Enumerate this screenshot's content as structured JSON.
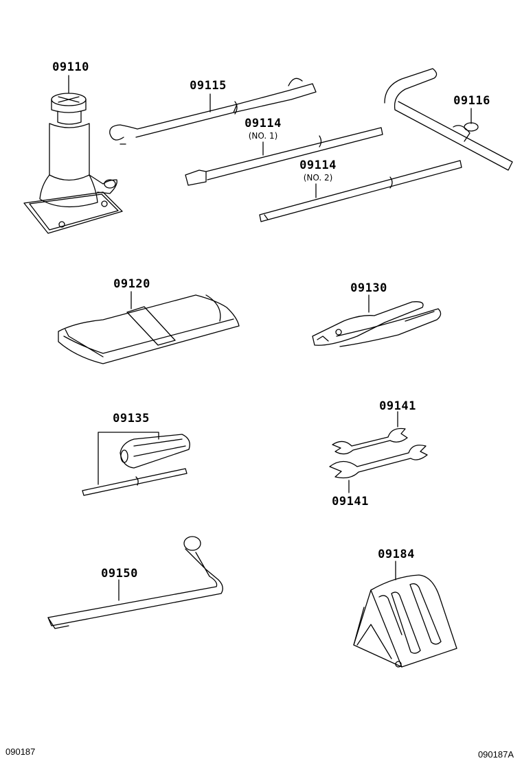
{
  "parts": {
    "jack": "09110",
    "jack_handle": "09115",
    "extension_bar_no1": "09114",
    "extension_bar_no1_note": "(NO. 1)",
    "extension_bar_no2": "09114",
    "extension_bar_no2_note": "(NO. 2)",
    "crank_handle": "09116",
    "tool_bag": "09120",
    "pliers": "09130",
    "screwdriver": "09135",
    "wrench_upper": "09141",
    "wrench_lower": "09141",
    "lug_wrench": "09150",
    "wheel_chock": "09184"
  },
  "footer": {
    "left_code": "090187",
    "right_code": "090187A"
  },
  "icons": [
    "jack-icon",
    "jack-handle-icon",
    "extension-bar-icon",
    "crank-handle-icon",
    "tool-bag-icon",
    "pliers-icon",
    "screwdriver-icon",
    "wrench-icon",
    "lug-wrench-icon",
    "wheel-chock-icon"
  ],
  "colors": {
    "line": "#000000",
    "background": "#ffffff"
  }
}
